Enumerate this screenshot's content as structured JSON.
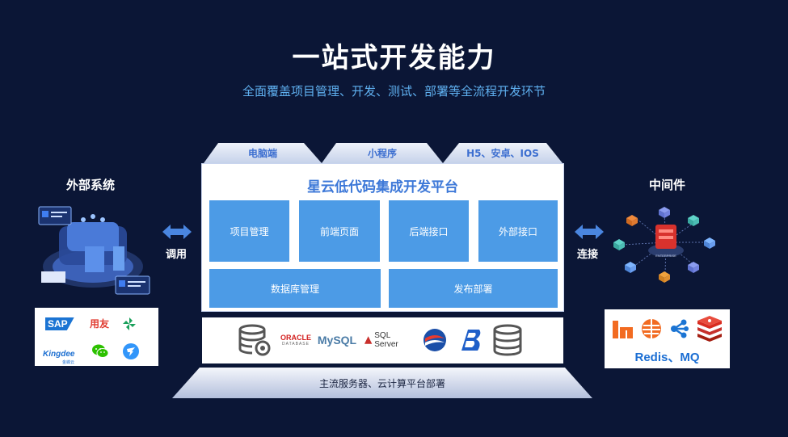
{
  "header": {
    "title": "一站式开发能力",
    "subtitle": "全面覆盖项目管理、开发、测试、部署等全流程开发环节"
  },
  "tabs": [
    "电脑端",
    "小程序",
    "H5、安卓、IOS"
  ],
  "platform": {
    "title": "星云低代码集成开发平台",
    "modules": [
      "项目管理",
      "前端页面",
      "后端接口",
      "外部接口",
      "数据库管理",
      "发布部署"
    ]
  },
  "databases": {
    "oracle": "ORACLE",
    "oracle_sub": "DATABASE",
    "mysql": "MySQL",
    "sqlserver": "SQL Server"
  },
  "base_label": "主流服务器、云计算平台部署",
  "left": {
    "title": "外部系统",
    "arrow_label": "调用",
    "logos": {
      "sap": "SAP",
      "yonyou": "用友",
      "kingdee": "Kingdee",
      "kingdee_sub": "金蝶云"
    }
  },
  "right": {
    "title": "中间件",
    "arrow_label": "连接",
    "middleware_label": "Redis、MQ",
    "enterprise_label": "ENTERPRISE"
  },
  "colors": {
    "background": "#0b1636",
    "module_blue": "#4c9be6",
    "title_blue": "#3d78d8",
    "subtitle_blue": "#5fb0f0",
    "arrow_blue": "#4a86e0"
  }
}
